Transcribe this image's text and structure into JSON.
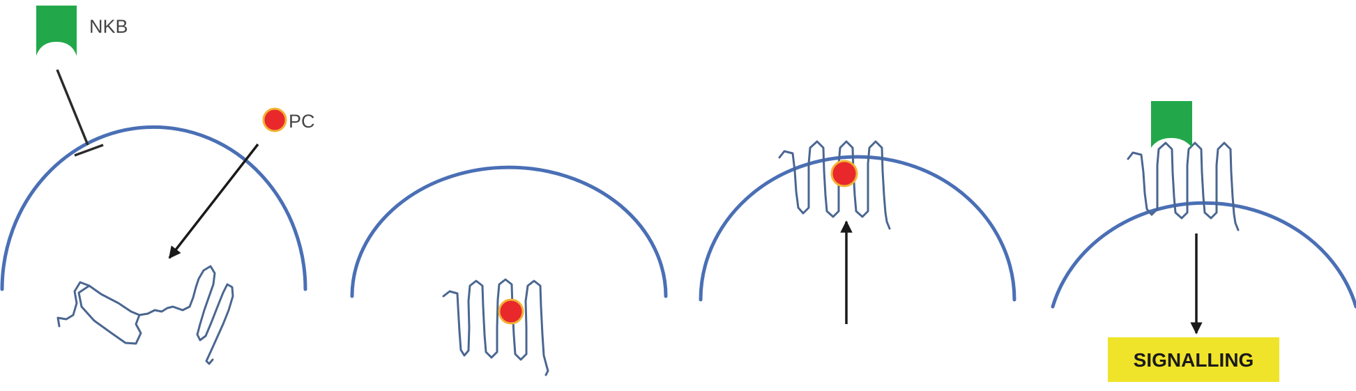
{
  "labels": {
    "nkb": "NKB",
    "pc": "PC",
    "signalling": "SIGNALLING"
  },
  "colors": {
    "membrane": "#4a6fb5",
    "receptor": "#4a6690",
    "nkb_ligand": "#22a84a",
    "pc_fill": "#e8282b",
    "pc_outline": "#f2b233",
    "signalling_box": "#f0e42a",
    "arrow": "#1a1a1a"
  },
  "icons": {
    "nkb": "green-cylinder-ligand",
    "pc": "red-circle-molecule",
    "receptor": "seven-transmembrane-receptor"
  }
}
